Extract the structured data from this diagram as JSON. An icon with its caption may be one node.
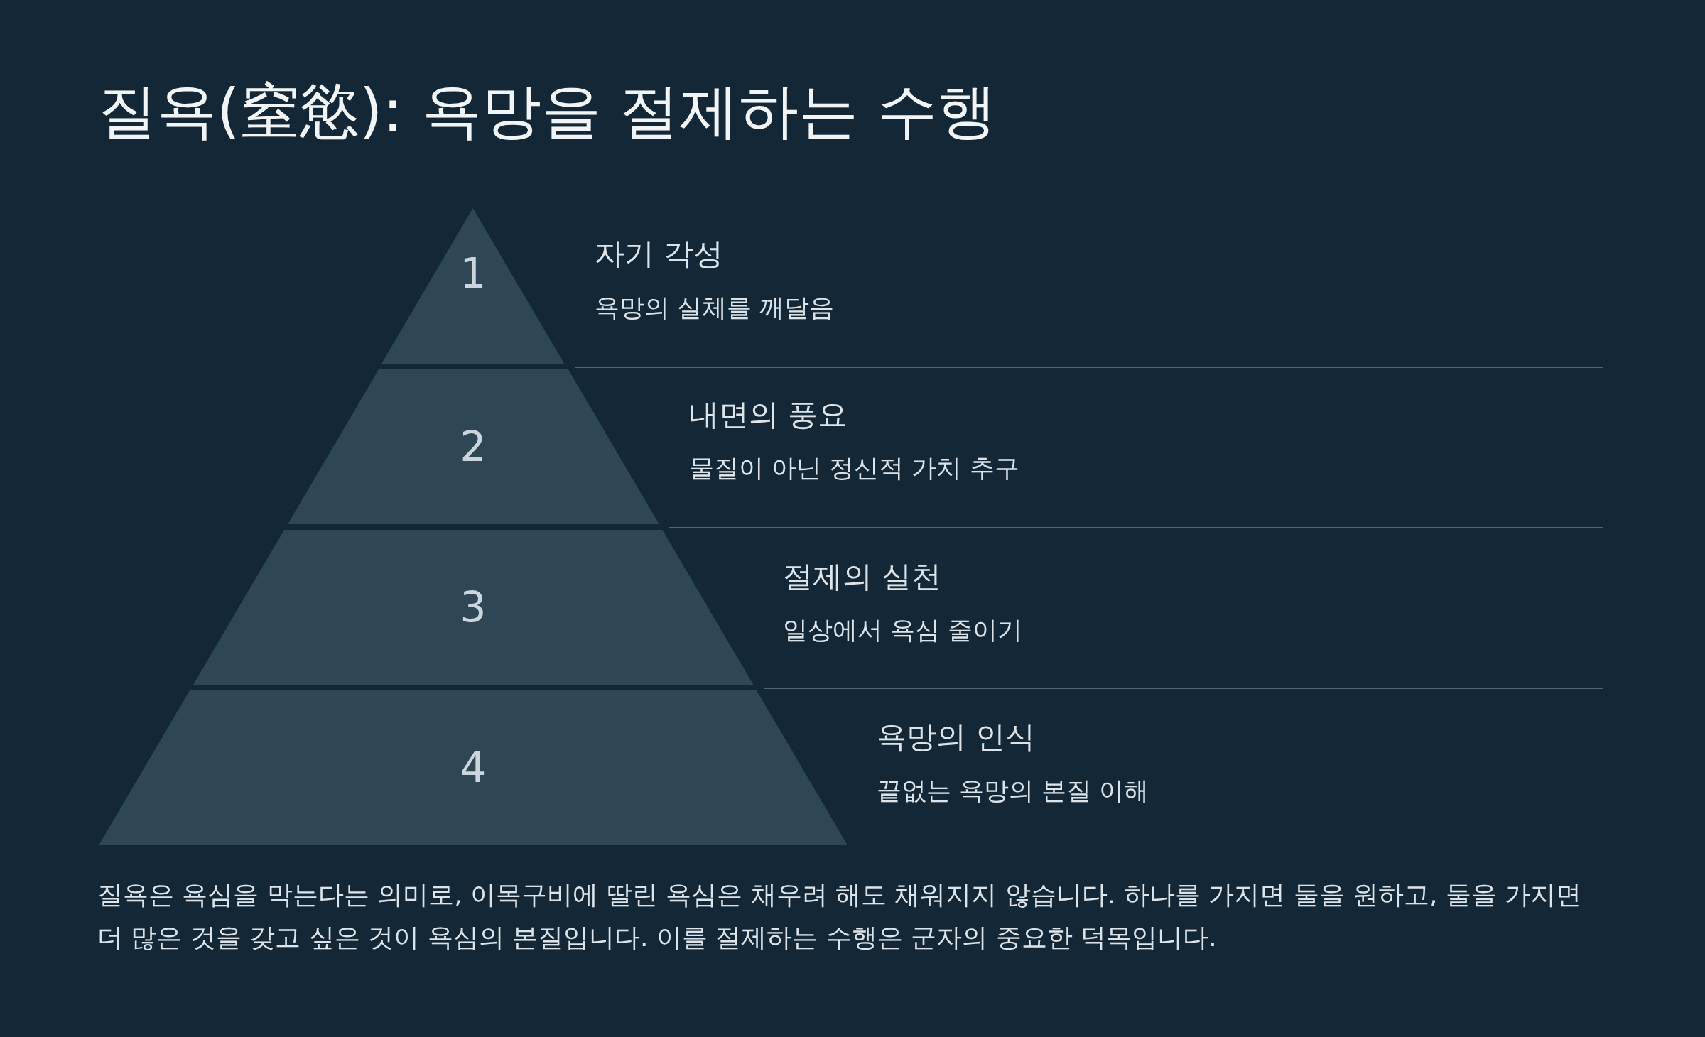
{
  "diagram": {
    "title": "질욕(窒慾): 욕망을 절제하는 수행",
    "nodes": [
      {
        "text": [
          "1"
        ],
        "beside": [
          "자기 각성",
          "욕망의 실체를 깨달음"
        ]
      },
      {
        "text": [
          "2"
        ],
        "beside": [
          "내면의 풍요",
          "물질이 아닌 정신적 가치 추구"
        ]
      },
      {
        "text": [
          "3"
        ],
        "beside": [
          "절제의 실천",
          "일상에서 욕심 줄이기"
        ]
      },
      {
        "text": [
          "4"
        ],
        "beside": [
          "욕망의 인식",
          "끝없는 욕망의 본질 이해"
        ]
      }
    ],
    "edges": [],
    "caption": "질욕은 욕심을 막는다는 의미로, 이목구비에 딸린 욕심은 채우려 해도 채워지지 않습니다. 하나를 가지면 둘을 원하고, 둘을 가지면 더 많은 것을 갖고 싶은 것이 욕심의 본질입니다. 이를 절제하는 수행은 군자의 중요한 덕목입니다."
  }
}
